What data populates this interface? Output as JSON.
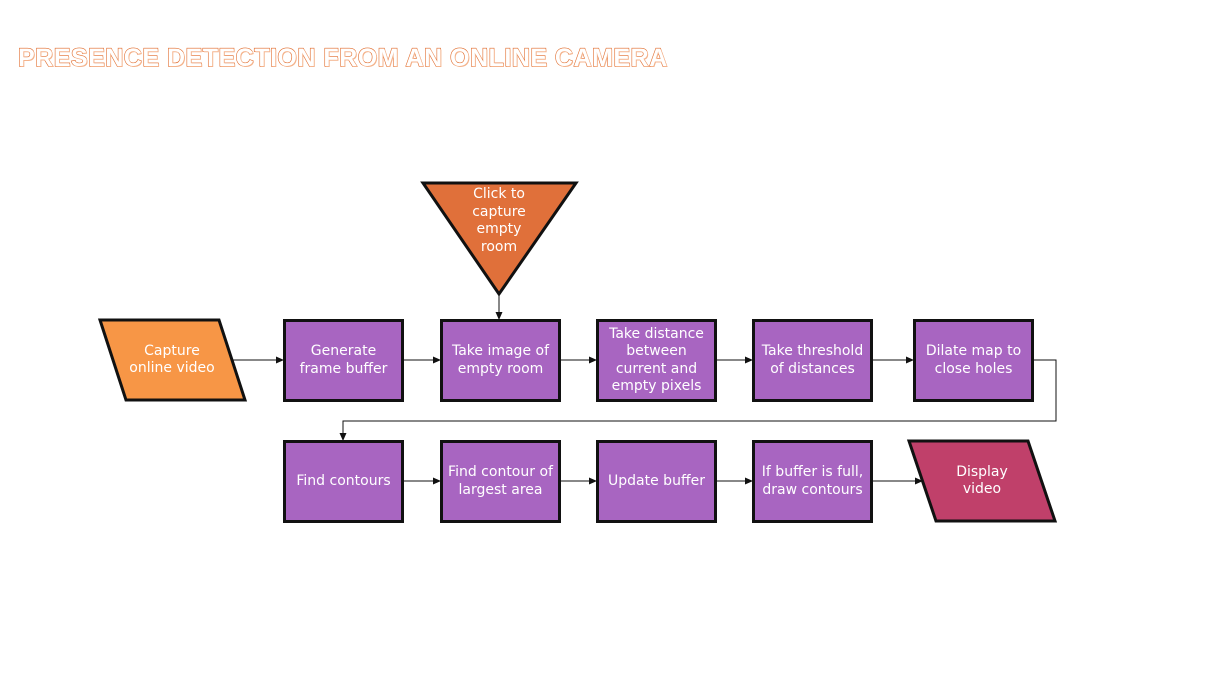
{
  "title": "PRESENCE DETECTION FROM AN ONLINE CAMERA",
  "colors": {
    "process": "#a865c1",
    "input": "#f79646",
    "manual_input": "#e0703a",
    "output": "#c0406a",
    "border": "#111111",
    "title_outline": "#e06a2a"
  },
  "nodes": {
    "capture_video": "Capture online video",
    "click_capture": "Click to capture empty room",
    "generate_buffer": "Generate frame buffer",
    "take_image": "Take image of empty room",
    "take_distance": "Take distance between current and empty pixels",
    "take_threshold": "Take threshold of distances",
    "dilate_map": "Dilate map to close holes",
    "find_contours": "Find contours",
    "find_largest": "Find contour of largest area",
    "update_buffer": "Update buffer",
    "if_buffer_full": "If buffer is full, draw contours",
    "display_video": "Display video"
  }
}
